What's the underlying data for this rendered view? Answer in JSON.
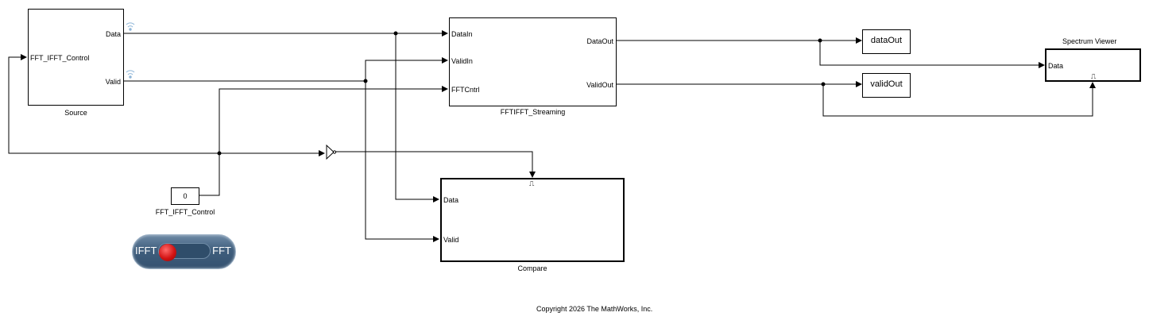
{
  "blocks": {
    "source": {
      "label": "Source",
      "inports": [
        "FFT_IFFT_Control"
      ],
      "outports": [
        "Data",
        "Valid"
      ]
    },
    "fft": {
      "label": "FFTIFFT_Streaming",
      "inports": [
        "DataIn",
        "ValidIn",
        "FFTCntrl"
      ],
      "outports": [
        "DataOut",
        "ValidOut"
      ]
    },
    "constant": {
      "label": "FFT_IFFT_Control",
      "value": "0"
    },
    "compare": {
      "label": "Compare",
      "inports": [
        "Data",
        "Valid"
      ]
    },
    "data_out": {
      "label": "dataOut"
    },
    "valid_out": {
      "label": "validOut"
    },
    "spectrum": {
      "title": "Spectrum Viewer",
      "inports": [
        "Data"
      ]
    }
  },
  "toggle": {
    "left_label": "IFFT",
    "right_label": "FFT",
    "state": "IFFT",
    "knob_color": "#d31414",
    "body_color": "#3f5e7d"
  },
  "copyright": "Copyright 2026 The MathWorks, Inc.",
  "icons": {
    "enable_port": "pulse-icon",
    "logged_signal": "wifi-log-icon",
    "inverter": "not-gate-icon"
  }
}
